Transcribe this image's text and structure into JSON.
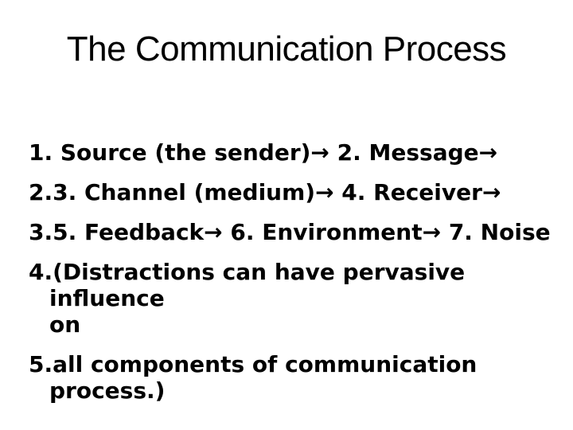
{
  "slide": {
    "background_color": "#ffffff",
    "text_color": "#000000",
    "title": "The Communication Process",
    "items": [
      {
        "text": "1. Source (the sender)→ 2. Message→"
      },
      {
        "text": "2.3. Channel (medium)→ 4. Receiver→"
      },
      {
        "text": "3.5. Feedback→ 6. Environment→ 7. Noise"
      },
      {
        "text": "4.(Distractions can have pervasive influence\non"
      },
      {
        "text": "5.all components of communication process.)"
      }
    ]
  }
}
